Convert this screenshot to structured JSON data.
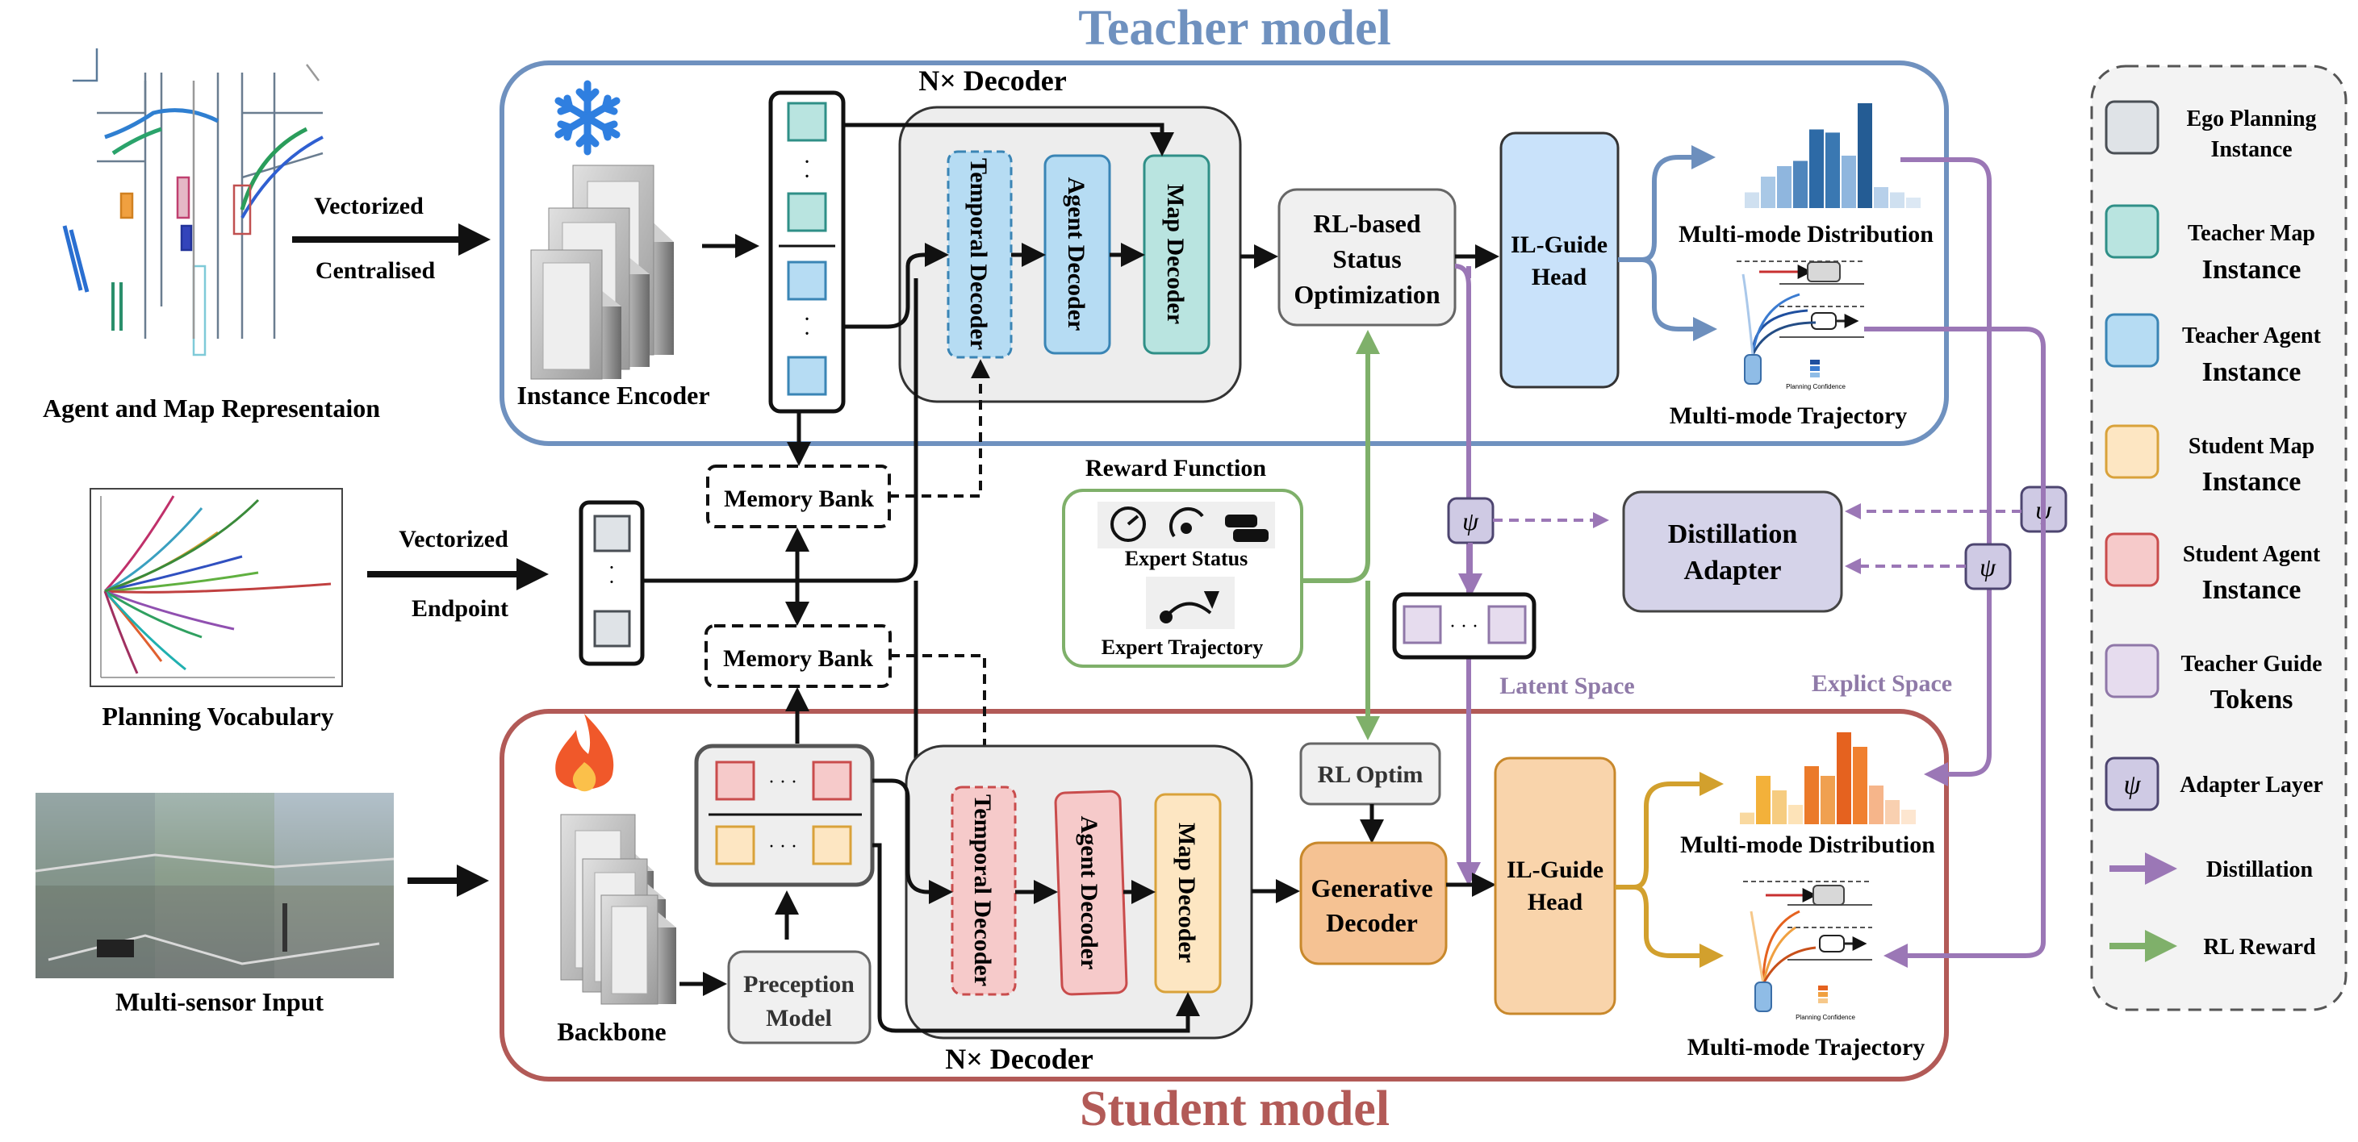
{
  "titles": {
    "teacher": "Teacher model",
    "student": "Student model"
  },
  "inputs": {
    "agent_map": "Agent and Map Representaion",
    "vectorized_1": "Vectorized",
    "centralised": "Centralised",
    "planning_vocab": "Planning Vocabulary",
    "vectorized_2": "Vectorized",
    "endpoint": "Endpoint",
    "multi_sensor": "Multi-sensor Input"
  },
  "teacher": {
    "instance_encoder": "Instance Encoder",
    "decoder_count": "N× Decoder",
    "temporal_decoder": "Temporal Decoder",
    "agent_decoder": "Agent Decoder",
    "map_decoder": "Map Decoder",
    "rl_status_1": "RL-based",
    "rl_status_2": "Status",
    "rl_status_3": "Optimization",
    "il_head_1": "IL-Guide",
    "il_head_2": "Head",
    "distribution": "Multi-mode Distribution",
    "trajectory": "Multi-mode Trajectory",
    "planning_confidence": "Planning Confidence"
  },
  "middle": {
    "memory_bank_1": "Memory Bank",
    "memory_bank_2": "Memory Bank",
    "reward_function": "Reward  Function",
    "expert_status": "Expert Status",
    "expert_trajectory": "Expert Trajectory",
    "distillation_adapter_1": "Distillation",
    "distillation_adapter_2": "Adapter",
    "latent_space": "Latent Space",
    "explicit_space": "Explict Space",
    "psi": "ψ",
    "dots": "· · ·"
  },
  "student": {
    "backbone": "Backbone",
    "perception_1": "Preception",
    "perception_2": "Model",
    "decoder_count": "N× Decoder",
    "temporal_decoder": "Temporal Decoder",
    "agent_decoder": "Agent Decoder",
    "map_decoder": "Map Decoder",
    "rl_optim": "RL Optim",
    "generative_1": "Generative",
    "generative_2": "Decoder",
    "il_head_1": "IL-Guide",
    "il_head_2": "Head",
    "distribution": "Multi-mode Distribution",
    "trajectory": "Multi-mode Trajectory",
    "planning_confidence": "Planning Confidence"
  },
  "legend": [
    {
      "label_1": "Ego Planning",
      "label_2": "Instance",
      "fill": "#dfe3e7",
      "stroke": "#4a4f55"
    },
    {
      "label_1": "Teacher Map",
      "label_2": "Instance",
      "fill": "#b9e4e0",
      "stroke": "#2f8f87"
    },
    {
      "label_1": "Teacher Agent",
      "label_2": "Instance",
      "fill": "#b6dcf3",
      "stroke": "#3a85b5"
    },
    {
      "label_1": "Student Map",
      "label_2": "Instance",
      "fill": "#fde6c2",
      "stroke": "#d9a23a"
    },
    {
      "label_1": "Student Agent",
      "label_2": "Instance",
      "fill": "#f6caca",
      "stroke": "#c94c4c"
    },
    {
      "label_1": "Teacher Guide",
      "label_2": "Tokens",
      "fill": "#e6dcee",
      "stroke": "#8f77a8"
    },
    {
      "label_1": "Adapter Layer",
      "label_2": "",
      "fill": "#cfcae4",
      "stroke": "#4d4570"
    },
    {
      "label_1": "Distillation",
      "label_2": "",
      "color": "#9b77b6"
    },
    {
      "label_1": "RL Reward",
      "label_2": "",
      "color": "#7fb06a"
    }
  ],
  "colors": {
    "teacher_border": "#6f91bf",
    "teacher_title": "#6f91bf",
    "student_border": "#b25a57",
    "student_title": "#b25a57",
    "distill": "#9b77b6",
    "rl": "#7fb06a",
    "blue_arrow": "#6d8fbd",
    "orange_arrow": "#d2a02d"
  },
  "chart_data": [
    {
      "type": "bar",
      "values": [
        0.15,
        0.3,
        0.4,
        0.45,
        0.75,
        0.72,
        0.5,
        1.0,
        0.2,
        0.15,
        0.1
      ]
    },
    {
      "type": "bar",
      "values": [
        0.12,
        0.5,
        0.35,
        0.2,
        0.6,
        0.5,
        0.95,
        0.8,
        0.4,
        0.25,
        0.15
      ]
    }
  ]
}
